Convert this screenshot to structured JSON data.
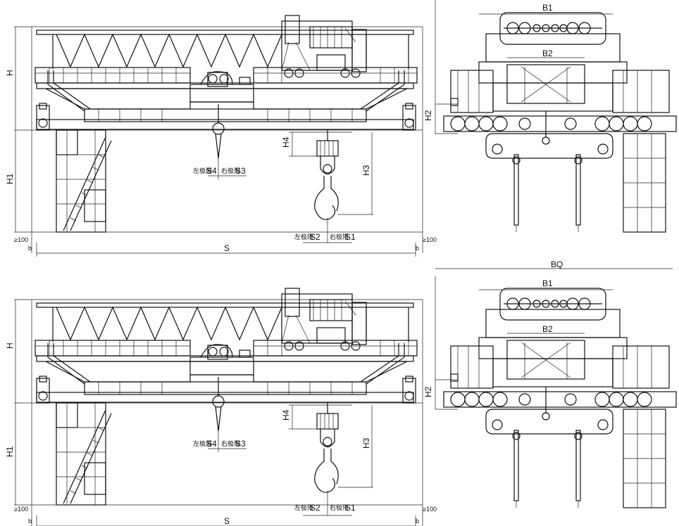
{
  "labels": {
    "H": "H",
    "H1": "H1",
    "H2": "H2",
    "H3": "H3",
    "H4": "H4",
    "S": "S",
    "S1": "S1",
    "S2": "S2",
    "S3": "S3",
    "S4": "S4",
    "B1": "B1",
    "B2": "B2",
    "BQ": "BQ",
    "b": "b",
    "offset100": "≥100"
  },
  "annotations": {
    "limit_left": "左极限",
    "limit_right": "右极限"
  }
}
